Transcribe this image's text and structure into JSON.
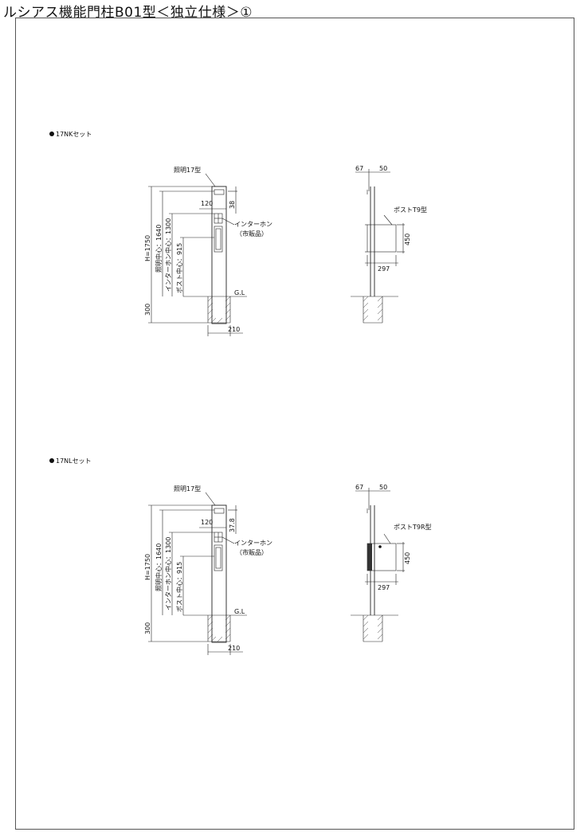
{
  "title": "ルシアス機能門柱B01型＜独立仕様＞①",
  "sets": [
    {
      "label": "17NKセット",
      "front": {
        "light": "照明17型",
        "d120": "120",
        "d38": "38",
        "intercom1": "インターホン",
        "intercom2": "（市販品）",
        "gl": "G.L",
        "h": "H=1750",
        "light_center": "照明中心：1640",
        "intercom_center": "インターホン中心：1300",
        "post_center": "ポスト中心：915",
        "depth": "300",
        "width": "210"
      },
      "side": {
        "d67": "67",
        "d50": "50",
        "post": "ポストT9型",
        "d450": "450",
        "d297": "297"
      }
    },
    {
      "label": "17NLセット",
      "front": {
        "light": "照明17型",
        "d120": "120",
        "d38": "37.8",
        "intercom1": "インターホン",
        "intercom2": "（市販品）",
        "gl": "G.L",
        "h": "H=1750",
        "light_center": "照明中心：1640",
        "intercom_center": "インターホン中心：1300",
        "post_center": "ポスト中心：915",
        "depth": "300",
        "width": "210"
      },
      "side": {
        "d67": "67",
        "d50": "50",
        "post": "ポストT9R型",
        "d450": "450",
        "d297": "297"
      }
    }
  ]
}
